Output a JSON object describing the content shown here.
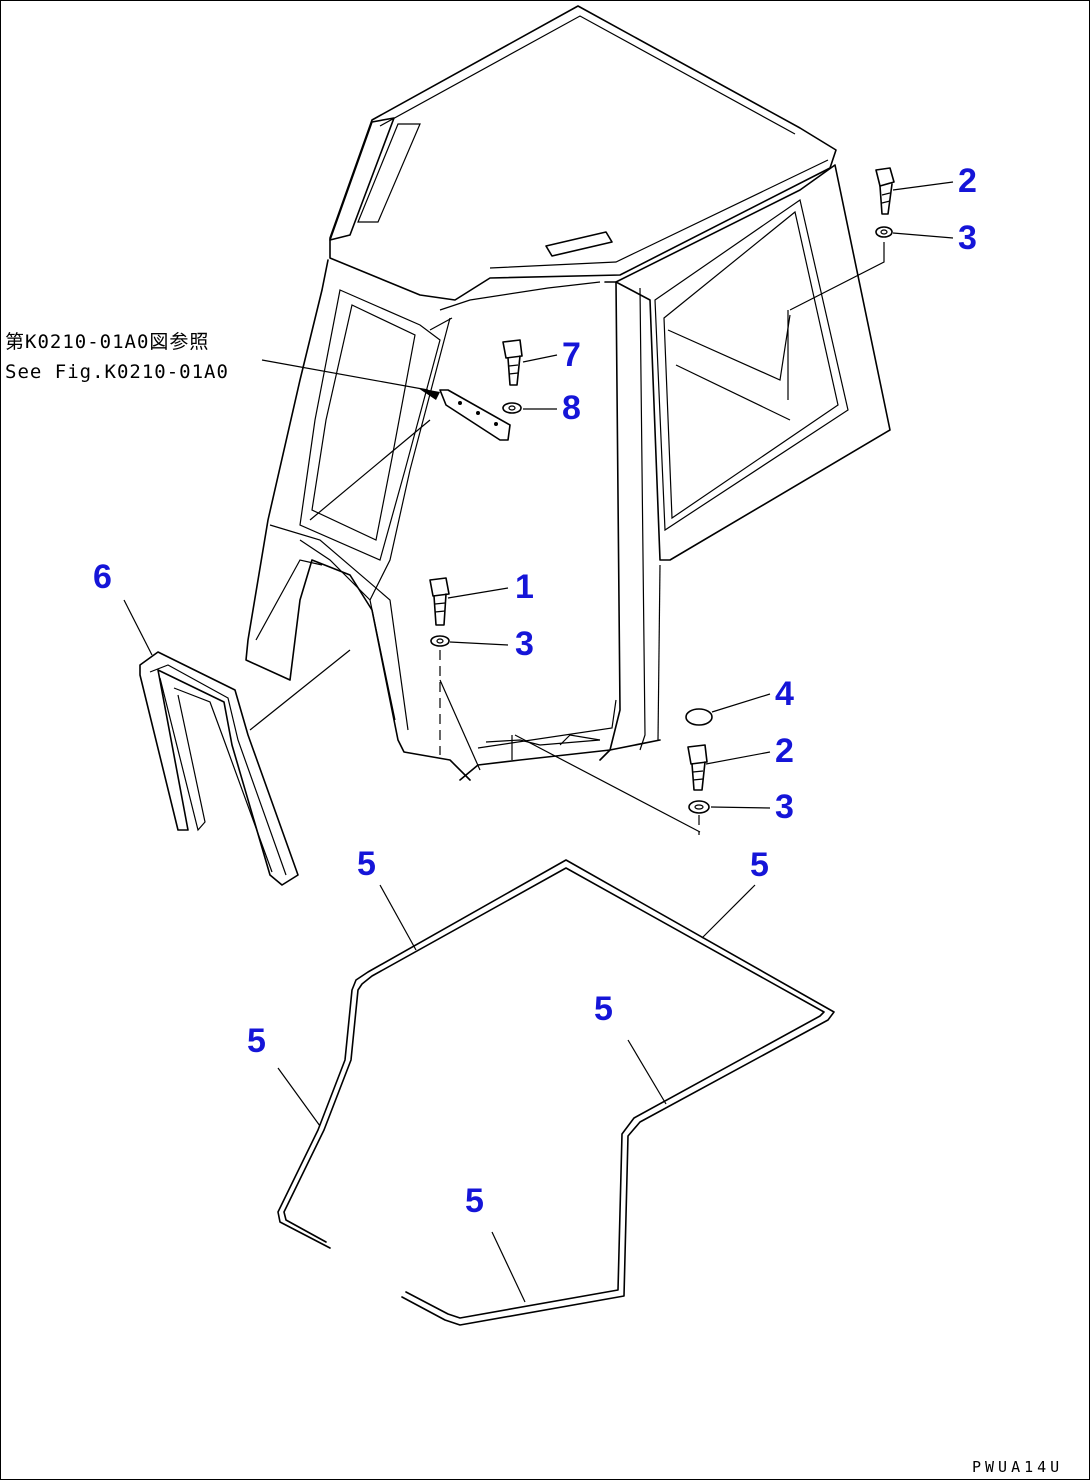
{
  "reference_note": {
    "line1": "第K0210-01A0図参照",
    "line2": "See Fig.K0210-01A0"
  },
  "callouts": [
    "2",
    "3",
    "7",
    "8",
    "1",
    "3",
    "6",
    "4",
    "2",
    "3",
    "5",
    "5",
    "5",
    "5",
    "5"
  ],
  "drawing_code": "PWUA14U",
  "colors": {
    "callout": "#1515d8",
    "line": "#000000",
    "background": "#ffffff"
  }
}
